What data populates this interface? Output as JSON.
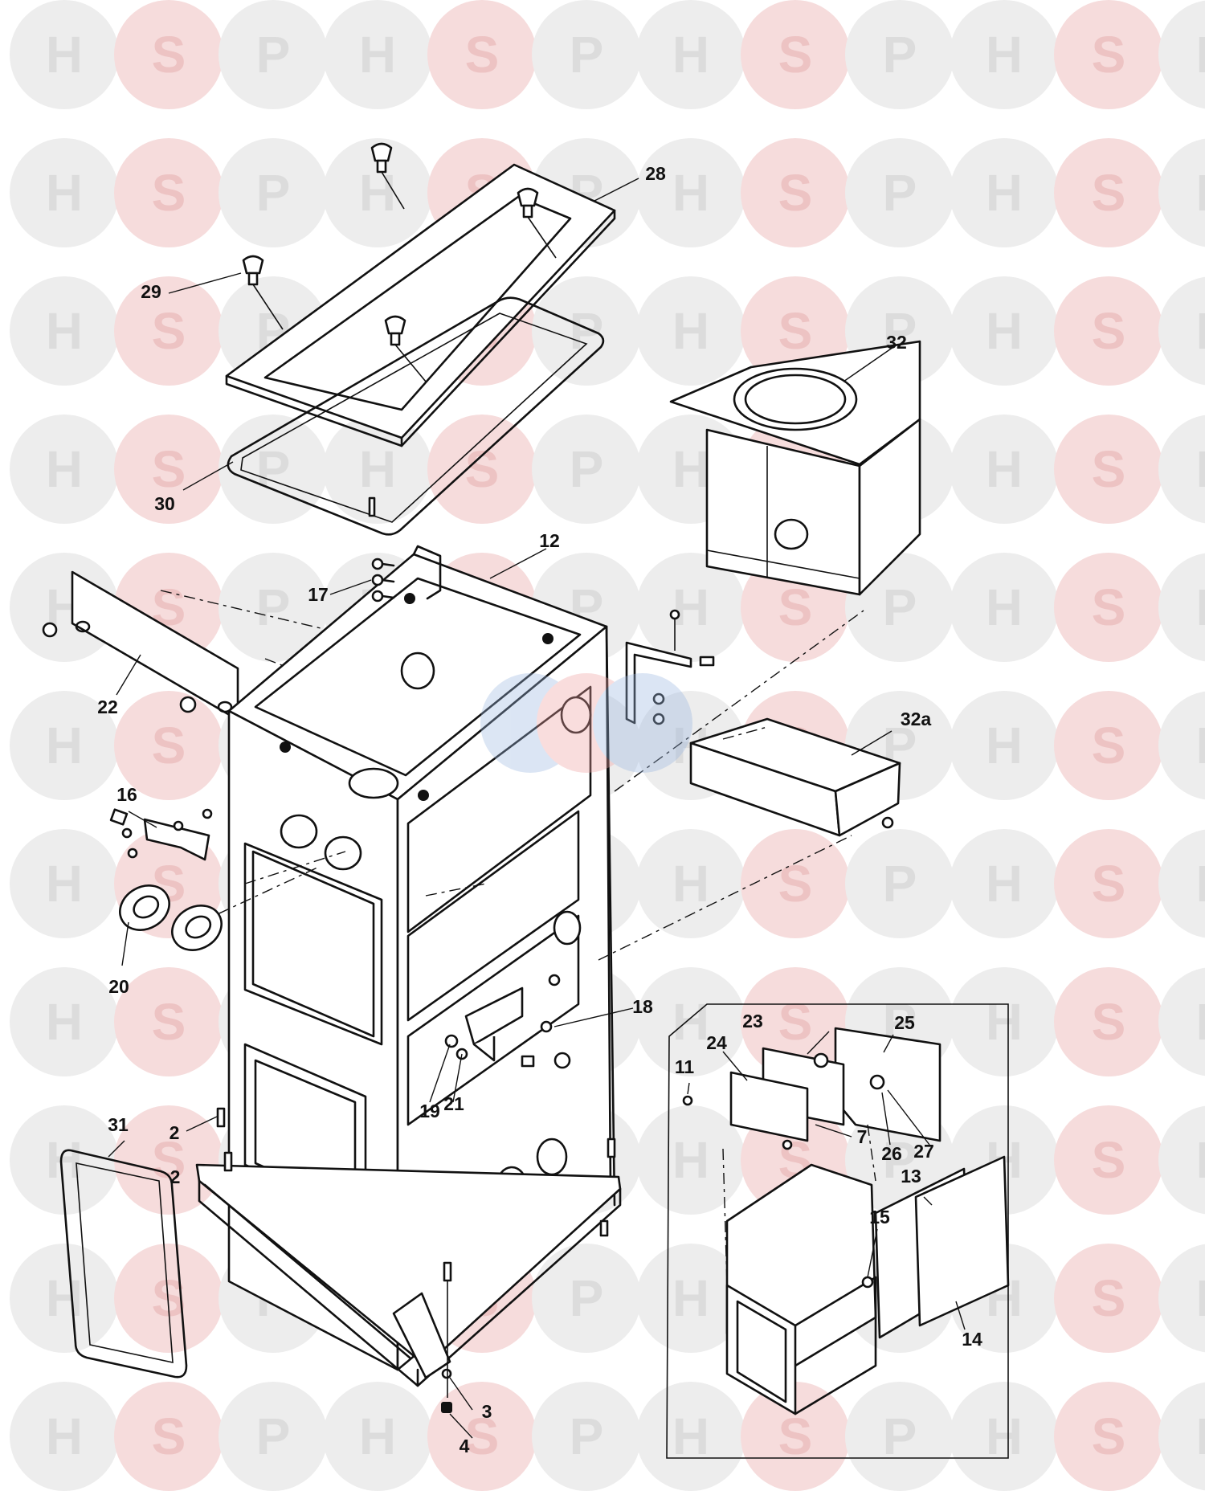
{
  "watermark": {
    "letters": [
      "H",
      "S",
      "P"
    ],
    "colors": {
      "H": "#ededed",
      "S": "#f6dcdc",
      "P": "#ededed",
      "H_text": "#dcdcdc",
      "S_text": "#edc3c3",
      "P_text": "#dcdcdc"
    }
  },
  "diagram": {
    "callouts": [
      {
        "id": "c28",
        "label": "28"
      },
      {
        "id": "c29",
        "label": "29"
      },
      {
        "id": "c30",
        "label": "30"
      },
      {
        "id": "c32",
        "label": "32"
      },
      {
        "id": "c12",
        "label": "12"
      },
      {
        "id": "c17",
        "label": "17"
      },
      {
        "id": "c22",
        "label": "22"
      },
      {
        "id": "c32a",
        "label": "32a"
      },
      {
        "id": "c16",
        "label": "16"
      },
      {
        "id": "c20",
        "label": "20"
      },
      {
        "id": "c18",
        "label": "18"
      },
      {
        "id": "c19",
        "label": "19"
      },
      {
        "id": "c21",
        "label": "21"
      },
      {
        "id": "c31",
        "label": "31"
      },
      {
        "id": "c2a",
        "label": "2"
      },
      {
        "id": "c2b",
        "label": "2"
      },
      {
        "id": "c3",
        "label": "3"
      },
      {
        "id": "c4",
        "label": "4"
      },
      {
        "id": "c23",
        "label": "23"
      },
      {
        "id": "c25",
        "label": "25"
      },
      {
        "id": "c24",
        "label": "24"
      },
      {
        "id": "c11",
        "label": "11"
      },
      {
        "id": "c7",
        "label": "7"
      },
      {
        "id": "c26",
        "label": "26"
      },
      {
        "id": "c27",
        "label": "27"
      },
      {
        "id": "c13",
        "label": "13"
      },
      {
        "id": "c15",
        "label": "15"
      },
      {
        "id": "c14",
        "label": "14"
      }
    ]
  }
}
